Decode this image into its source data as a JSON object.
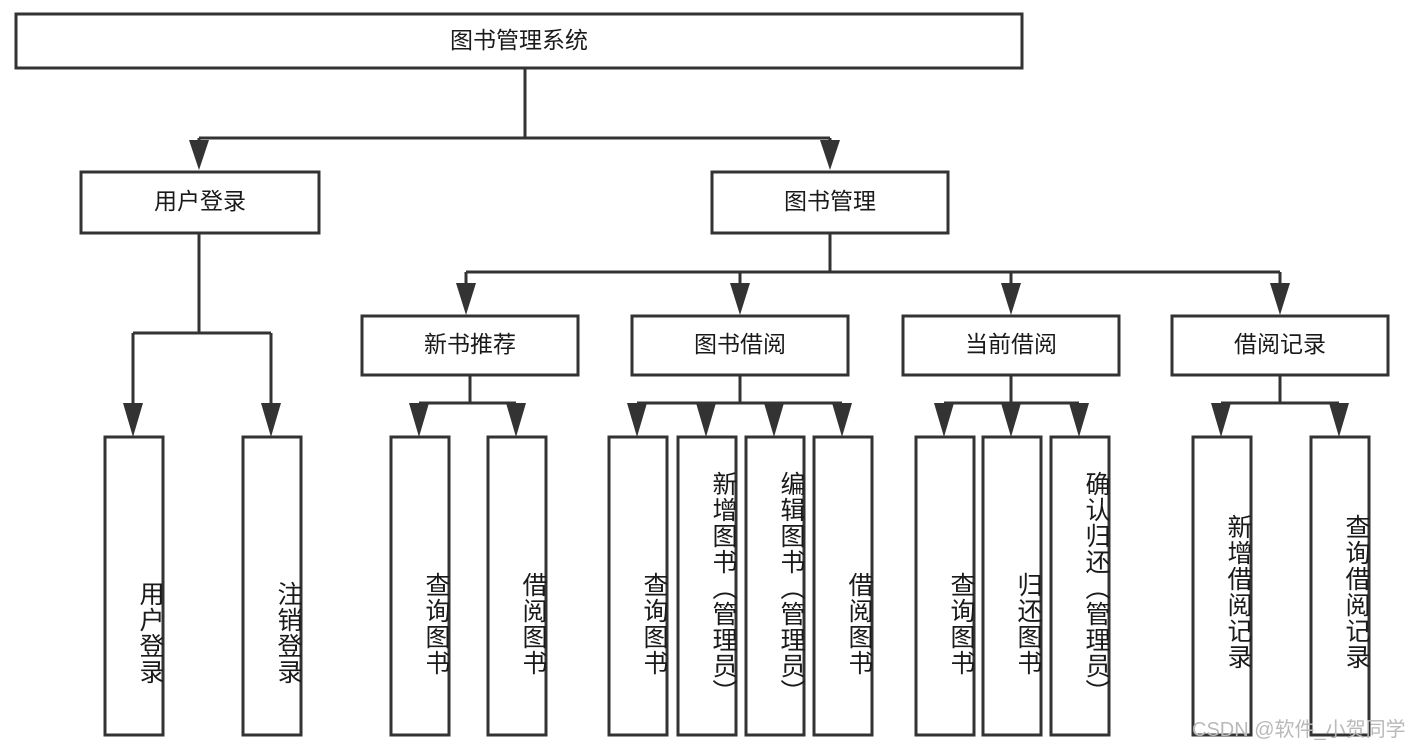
{
  "diagram": {
    "type": "tree-hierarchy",
    "title": "图书管理系统",
    "orientation": "top-down",
    "colors": {
      "box_stroke": "#333333",
      "box_fill": "#ffffff",
      "text": "#1a1a1a",
      "connector": "#333333",
      "background": "#ffffff",
      "watermark": "#b9b9b9"
    },
    "levels": {
      "root": {
        "label": "图书管理系统"
      },
      "level2": [
        {
          "id": "user-login",
          "label": "用户登录"
        },
        {
          "id": "book-management",
          "label": "图书管理"
        }
      ],
      "level3": [
        {
          "id": "new-book-recommend",
          "label": "新书推荐",
          "parent": "book-management"
        },
        {
          "id": "book-borrow",
          "label": "图书借阅",
          "parent": "book-management"
        },
        {
          "id": "current-borrow",
          "label": "当前借阅",
          "parent": "book-management"
        },
        {
          "id": "borrow-record",
          "label": "借阅记录",
          "parent": "book-management"
        }
      ],
      "leaves": [
        {
          "id": "leaf-user-login",
          "label": "用户登录",
          "parent": "user-login"
        },
        {
          "id": "leaf-logout-login",
          "label": "注销登录",
          "parent": "user-login"
        },
        {
          "id": "leaf-query-book-1",
          "label": "查询图书",
          "parent": "new-book-recommend"
        },
        {
          "id": "leaf-borrow-book-1",
          "label": "借阅图书",
          "parent": "new-book-recommend"
        },
        {
          "id": "leaf-query-book-2",
          "label": "查询图书",
          "parent": "book-borrow"
        },
        {
          "id": "leaf-add-book",
          "label": "新增图书（管理员）",
          "parent": "book-borrow"
        },
        {
          "id": "leaf-edit-book",
          "label": "编辑图书（管理员）",
          "parent": "book-borrow"
        },
        {
          "id": "leaf-borrow-book-2",
          "label": "借阅图书",
          "parent": "book-borrow"
        },
        {
          "id": "leaf-query-book-3",
          "label": "查询图书",
          "parent": "current-borrow"
        },
        {
          "id": "leaf-return-book",
          "label": "归还图书",
          "parent": "current-borrow"
        },
        {
          "id": "leaf-confirm-return",
          "label": "确认归还（管理员）",
          "parent": "current-borrow"
        },
        {
          "id": "leaf-add-record",
          "label": "新增借阅记录",
          "parent": "borrow-record"
        },
        {
          "id": "leaf-query-record",
          "label": "查询借阅记录",
          "parent": "borrow-record"
        }
      ]
    },
    "watermark": "CSDN @软件_小贺同学"
  }
}
